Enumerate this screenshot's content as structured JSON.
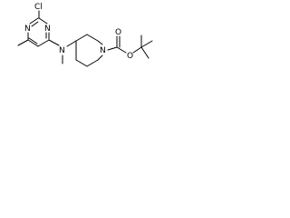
{
  "structure": {
    "atoms": {
      "chlorine": "Cl",
      "ring_nitrogen_top": "N",
      "ring_nitrogen_bottom": "N",
      "amine_nitrogen": "N",
      "piperidine_nitrogen": "N",
      "carbonyl_oxygen": "O",
      "ester_oxygen": "O"
    },
    "colors": {
      "bond": "#000000",
      "text": "#000000",
      "background": "#ffffff"
    }
  }
}
